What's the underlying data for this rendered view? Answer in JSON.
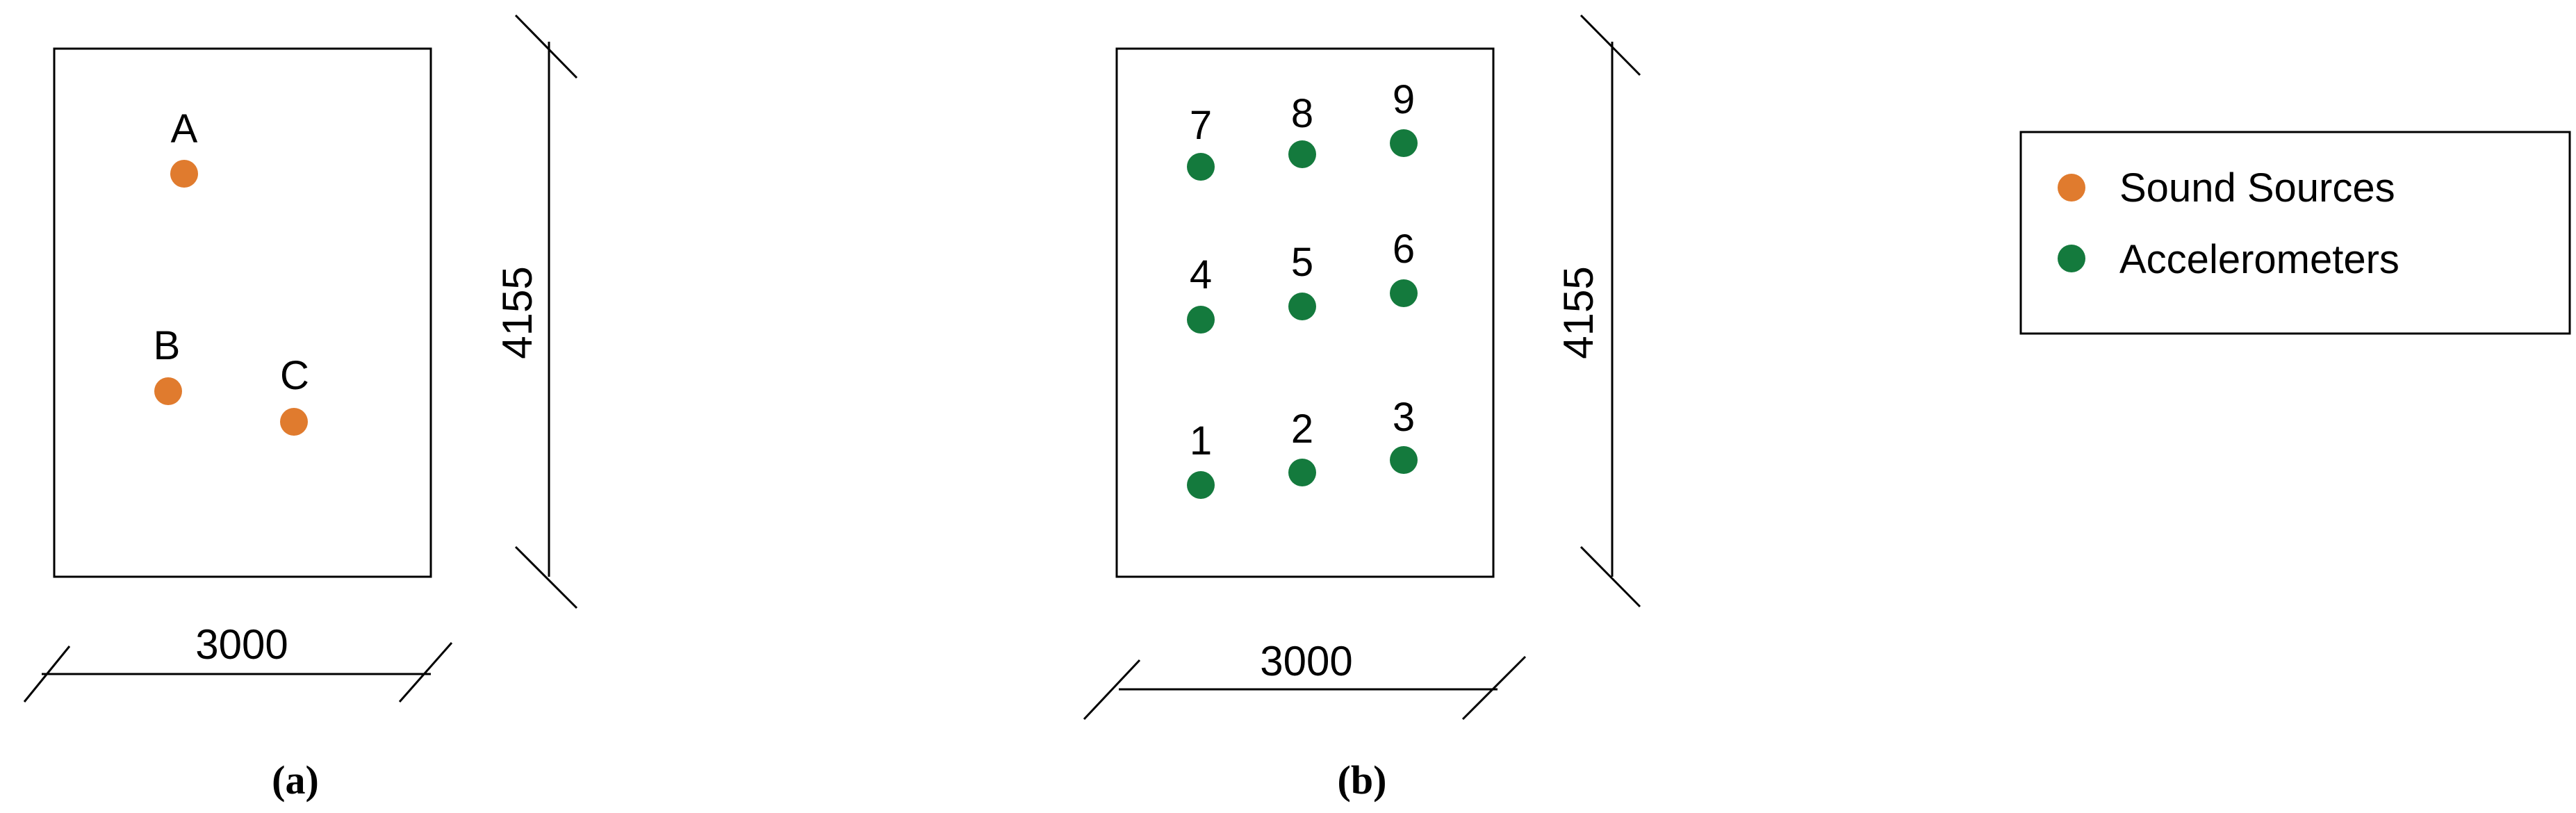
{
  "colors": {
    "sound_source": "#E07B2E",
    "accelerometer": "#147A3D",
    "stroke": "#000000"
  },
  "panel_a": {
    "caption": "(a)",
    "width_label": "3000",
    "height_label": "4155",
    "points": [
      {
        "label": "A",
        "type": "sound_source"
      },
      {
        "label": "B",
        "type": "sound_source"
      },
      {
        "label": "C",
        "type": "sound_source"
      }
    ]
  },
  "panel_b": {
    "caption": "(b)",
    "width_label": "3000",
    "height_label": "4155",
    "points": [
      {
        "label": "1",
        "type": "accelerometer"
      },
      {
        "label": "2",
        "type": "accelerometer"
      },
      {
        "label": "3",
        "type": "accelerometer"
      },
      {
        "label": "4",
        "type": "accelerometer"
      },
      {
        "label": "5",
        "type": "accelerometer"
      },
      {
        "label": "6",
        "type": "accelerometer"
      },
      {
        "label": "7",
        "type": "accelerometer"
      },
      {
        "label": "8",
        "type": "accelerometer"
      },
      {
        "label": "9",
        "type": "accelerometer"
      }
    ]
  },
  "legend": {
    "items": [
      {
        "label": "Sound Sources",
        "type": "sound_source"
      },
      {
        "label": "Accelerometers",
        "type": "accelerometer"
      }
    ]
  }
}
